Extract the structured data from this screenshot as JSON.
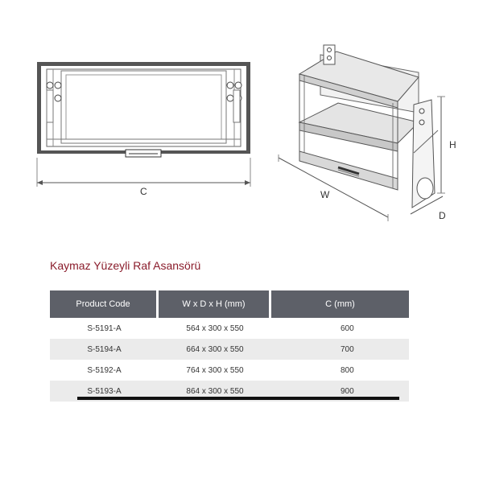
{
  "drawing": {
    "dimension_c": "C",
    "dimension_w": "W",
    "dimension_d": "D",
    "dimension_h": "H"
  },
  "product": {
    "title": "Kaymaz Yüzeyli Raf Asansörü"
  },
  "table": {
    "headers": [
      "Product Code",
      "W x D x H (mm)",
      "C (mm)"
    ],
    "rows": [
      [
        "S-5191-A",
        "564 x 300 x 550",
        "600"
      ],
      [
        "S-5194-A",
        "664 x 300 x 550",
        "700"
      ],
      [
        "S-5192-A",
        "764 x 300 x 550",
        "800"
      ],
      [
        "S-5193-A",
        "864 x 300 x 550",
        "900"
      ]
    ]
  },
  "colors": {
    "title": "#8a1c2b",
    "header_bg": "#5d6068",
    "alt_row_bg": "#ebebeb"
  }
}
